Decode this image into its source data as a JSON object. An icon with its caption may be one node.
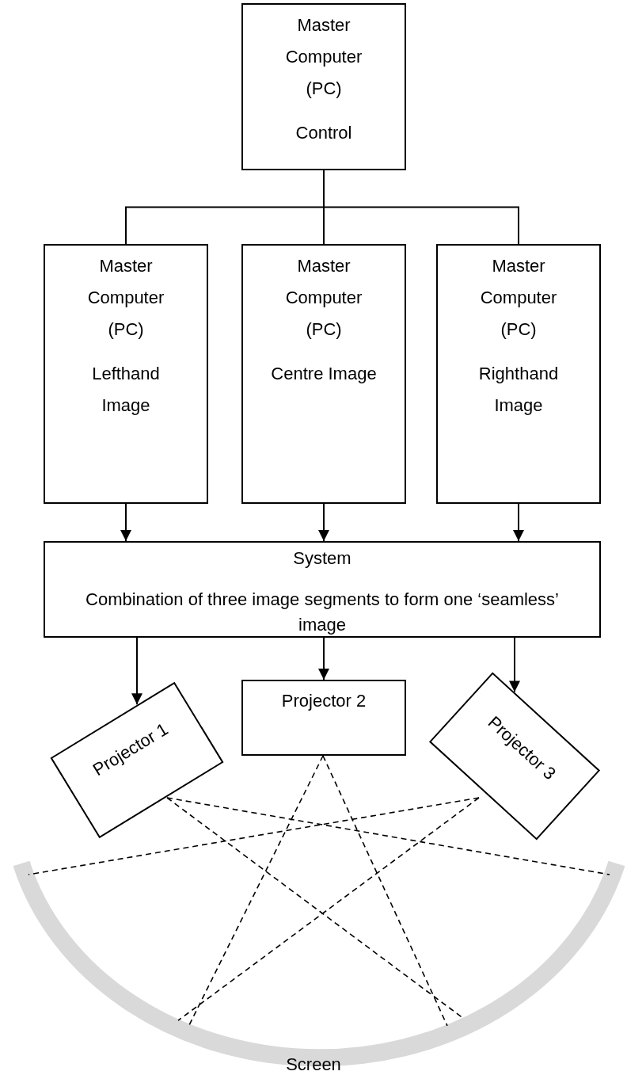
{
  "diagram": {
    "nodes": [
      {
        "text": [
          "Master Computer (PC)",
          "Control"
        ]
      },
      {
        "text": [
          "Master Computer (PC)",
          "Lefthand Image"
        ]
      },
      {
        "text": [
          "Master Computer (PC)",
          "Centre Image"
        ]
      },
      {
        "text": [
          "Master Computer (PC)",
          "Righthand Image"
        ]
      },
      {
        "text": [
          "System",
          "Combination of three image segments to form one ‘seamless’ image"
        ]
      },
      {
        "text": [
          "Projector 1"
        ]
      },
      {
        "text": [
          "Projector 2"
        ]
      },
      {
        "text": [
          "Projector 3"
        ]
      },
      {
        "text": [
          "Screen"
        ]
      }
    ],
    "edges": [
      {
        "from": 0,
        "to": 1,
        "arrow": "none"
      },
      {
        "from": 0,
        "to": 2,
        "arrow": "none"
      },
      {
        "from": 0,
        "to": 3,
        "arrow": "none"
      },
      {
        "from": 1,
        "to": 4,
        "arrow": "to"
      },
      {
        "from": 2,
        "to": 4,
        "arrow": "to"
      },
      {
        "from": 3,
        "to": 4,
        "arrow": "to"
      },
      {
        "from": 4,
        "to": 5,
        "arrow": "to"
      },
      {
        "from": 4,
        "to": 6,
        "arrow": "to"
      },
      {
        "from": 4,
        "to": 7,
        "arrow": "to"
      },
      {
        "from": 5,
        "to": 8,
        "arrow": "none",
        "style": "dashed"
      },
      {
        "from": 5,
        "to": 8,
        "arrow": "none",
        "style": "dashed"
      },
      {
        "from": 6,
        "to": 8,
        "arrow": "none",
        "style": "dashed"
      },
      {
        "from": 6,
        "to": 8,
        "arrow": "none",
        "style": "dashed"
      },
      {
        "from": 7,
        "to": 8,
        "arrow": "none",
        "style": "dashed"
      },
      {
        "from": 7,
        "to": 8,
        "arrow": "none",
        "style": "dashed"
      }
    ]
  }
}
